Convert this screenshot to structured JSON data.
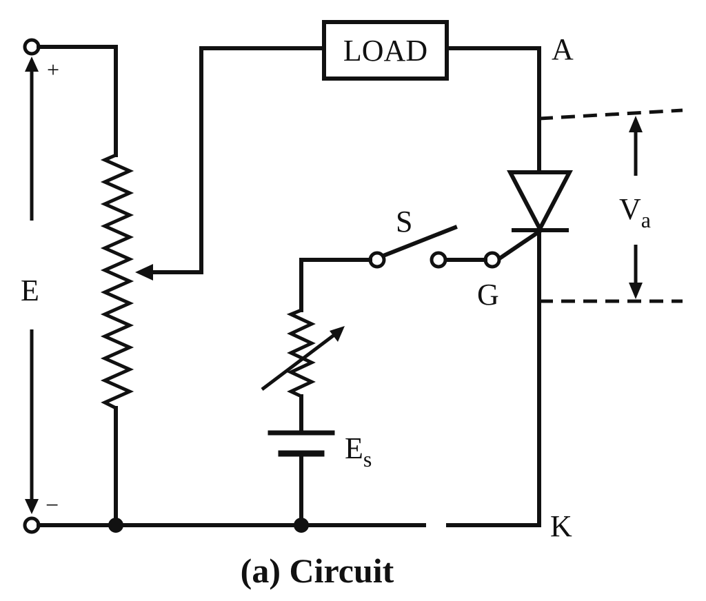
{
  "labels": {
    "load": "LOAD",
    "anode": "A",
    "cathode": "K",
    "gate": "G",
    "switch": "S",
    "supply": "E",
    "supply_plus": "+",
    "supply_minus": "−",
    "gate_supply": "E",
    "gate_supply_sub": "s",
    "anode_voltage": "V",
    "anode_voltage_sub": "a"
  },
  "caption": "(a) Circuit"
}
